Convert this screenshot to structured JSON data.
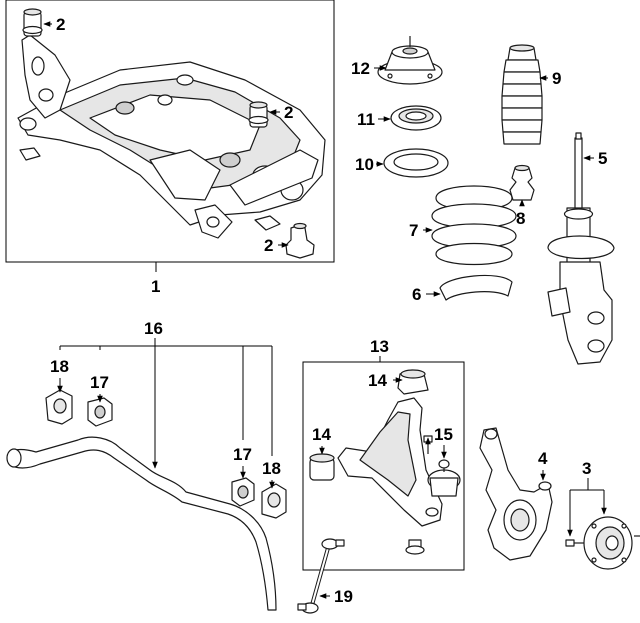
{
  "callouts": {
    "c1": "1",
    "c2a": "2",
    "c2b": "2",
    "c2c": "2",
    "c3": "3",
    "c4": "4",
    "c5": "5",
    "c6": "6",
    "c7": "7",
    "c8": "8",
    "c9": "9",
    "c10": "10",
    "c11": "11",
    "c12": "12",
    "c13": "13",
    "c14a": "14",
    "c14b": "14",
    "c15": "15",
    "c16": "16",
    "c17a": "17",
    "c17b": "17",
    "c18a": "18",
    "c18b": "18",
    "c19": "19"
  }
}
